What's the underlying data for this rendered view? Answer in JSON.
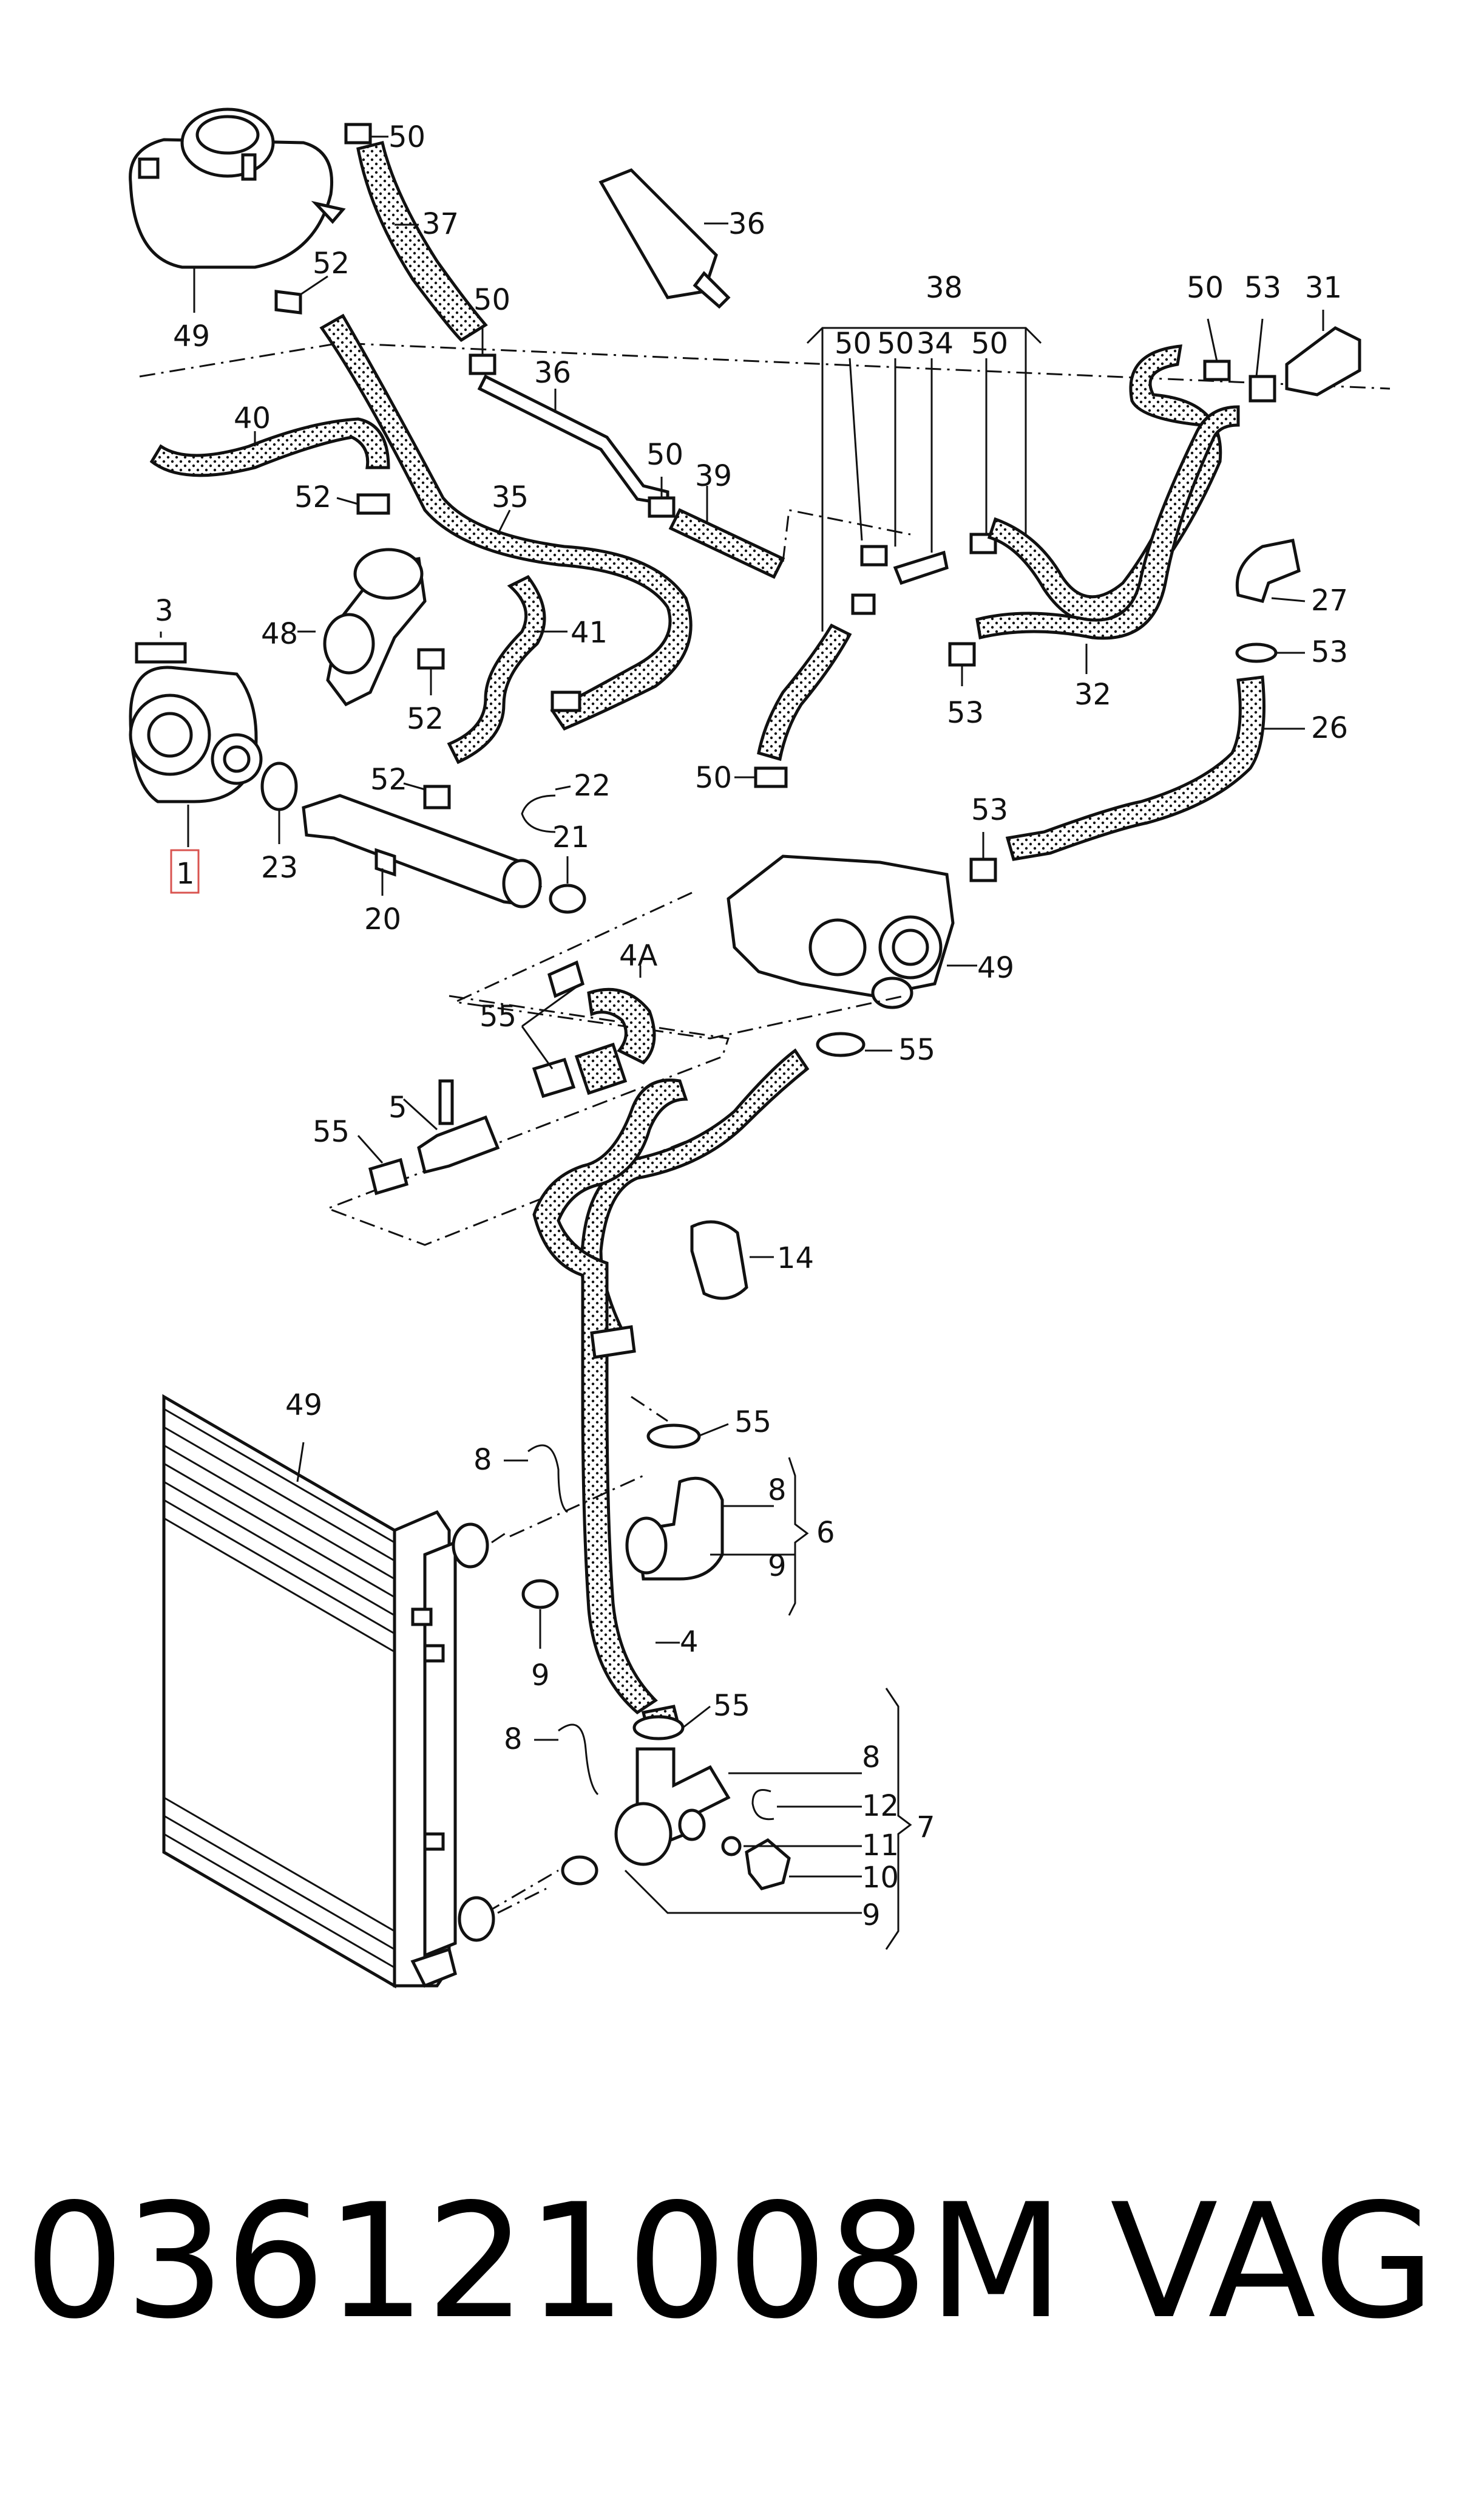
{
  "highlight_color": "#d9534f",
  "callouts": {
    "tank": "49",
    "c52a": "52",
    "c50a": "50",
    "c37": "37",
    "c36a": "36",
    "c50b": "50",
    "c36b": "36",
    "c40": "40",
    "c52b": "52",
    "c35": "35",
    "c50c": "50",
    "c39": "39",
    "c38": "38",
    "c50d": "50",
    "c50e": "50",
    "c34": "34",
    "c50f": "50",
    "c50g": "50",
    "c53a": "53",
    "c31": "31",
    "c3": "3",
    "c48": "48",
    "c41": "41",
    "c52c": "52",
    "c27": "27",
    "c53b": "53",
    "c53c": "53",
    "c32": "32",
    "c26": "26",
    "c1": "1",
    "c23": "23",
    "c52d": "52",
    "c22": "22",
    "c21": "21",
    "c20": "20",
    "c50h": "50",
    "c53d": "53",
    "c49b": "49",
    "c4A": "4A",
    "c55a": "55",
    "c55b": "55",
    "c5": "5",
    "c55c": "55",
    "c14": "14",
    "c49c": "49",
    "c55d": "55",
    "c8a": "8",
    "c8b": "8",
    "c6": "6",
    "c9a": "9",
    "c9b": "9",
    "c4": "4",
    "c55e": "55",
    "c8c": "8",
    "c8d": "8",
    "c12": "12",
    "c11": "11",
    "c7": "7",
    "c10": "10",
    "c9c": "9"
  },
  "caption": {
    "part_number": "036121008M",
    "brand": "VAG"
  }
}
